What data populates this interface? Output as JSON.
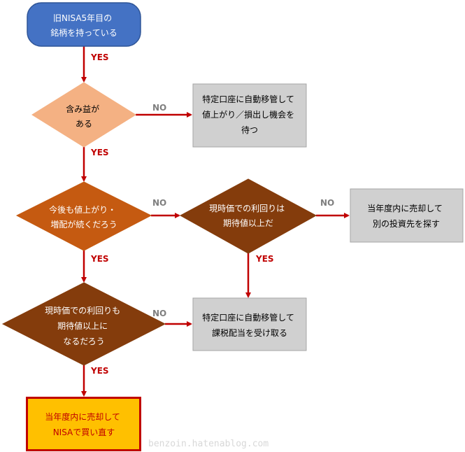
{
  "nodes": {
    "start": {
      "lines": [
        "旧NISA5年目の",
        "銘柄を持っている"
      ]
    },
    "q1": {
      "lines": [
        "含み益が",
        "ある"
      ]
    },
    "r1": {
      "lines": [
        "特定口座に自動移管して",
        "値上がり／損出し機会を",
        "待つ"
      ]
    },
    "q2": {
      "lines": [
        "今後も値上がり・",
        "増配が続くだろう"
      ]
    },
    "q3": {
      "lines": [
        "現時価での利回りは",
        "期待値以上だ"
      ]
    },
    "r2": {
      "lines": [
        "当年度内に売却して",
        "別の投資先を探す"
      ]
    },
    "q4": {
      "lines": [
        "現時価での利回りも",
        "期待値以上に",
        "なるだろう"
      ]
    },
    "r3": {
      "lines": [
        "特定口座に自動移管して",
        "課税配当を受け取る"
      ]
    },
    "end": {
      "lines": [
        "当年度内に売却して",
        "NISAで買い直す"
      ]
    }
  },
  "edges": {
    "start_q1": "YES",
    "q1_r1": "NO",
    "q1_q2": "YES",
    "q2_q3": "NO",
    "q3_r2": "NO",
    "q3_r3": "YES",
    "q2_q4": "YES",
    "q4_r3": "NO",
    "q4_end": "YES"
  },
  "watermark": "benzoin.hatenablog.com",
  "colors": {
    "start_fill": "#4472c4",
    "q1_fill": "#f4b183",
    "q2_fill": "#c55a11",
    "dark_fill": "#843c0c",
    "gray_fill": "#d0d0d0",
    "end_fill": "#ffc000",
    "end_stroke": "#c00000",
    "arrow": "#c00000",
    "yes_label": "#c00000",
    "no_label": "#7f7f7f",
    "watermark": "#d8d8d8"
  }
}
